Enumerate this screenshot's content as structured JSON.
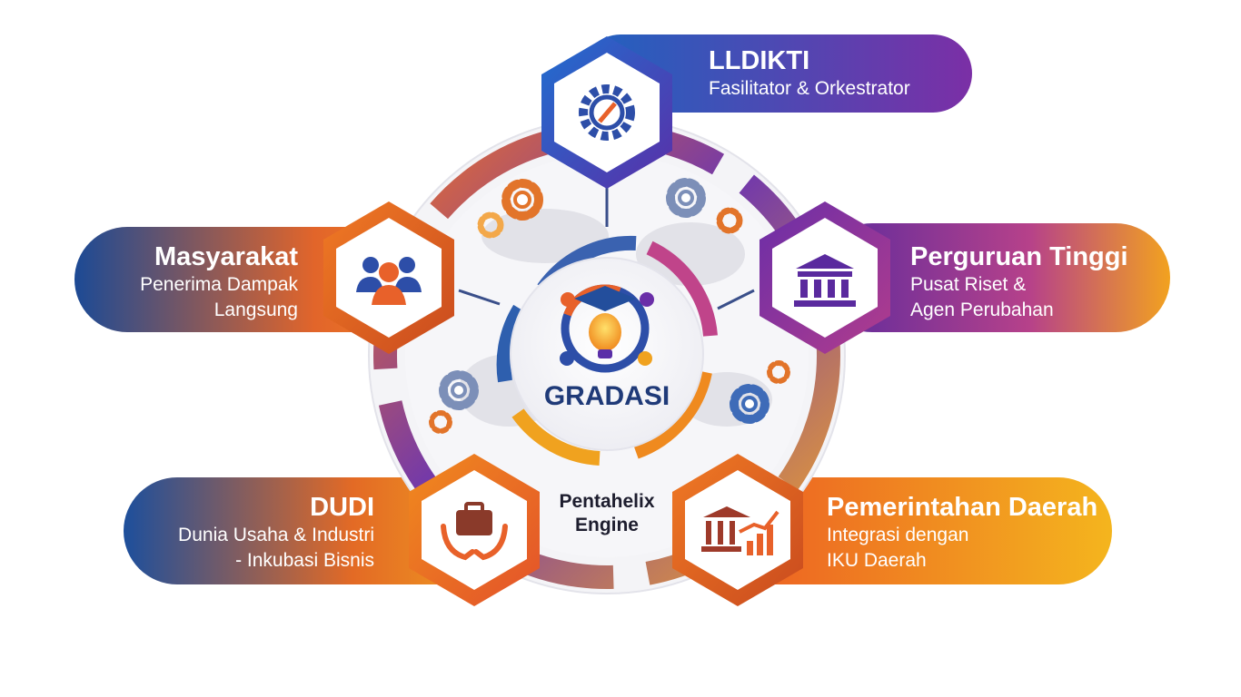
{
  "center": {
    "logo_text": "GRADASI",
    "engine_label_line1": "Pentahelix",
    "engine_label_line2": "Engine"
  },
  "nodes": [
    {
      "key": "lldikti",
      "title": "LLDIKTI",
      "sub1": "Fasilitator & Orkestrator",
      "sub2": "",
      "icon": "gear-compass-icon"
    },
    {
      "key": "perguruan",
      "title": "Perguruan Tinggi",
      "sub1": "Pusat Riset &",
      "sub2": "Agen Perubahan",
      "icon": "university-building-icon"
    },
    {
      "key": "pemda",
      "title": "Pemerintahan Daerah",
      "sub1": "Integrasi dengan",
      "sub2": "IKU Daerah",
      "icon": "government-growth-chart-icon"
    },
    {
      "key": "dudi",
      "title": "DUDI",
      "sub1": "Dunia Usaha & Industri",
      "sub2": "- Inkubasi Bisnis",
      "icon": "briefcase-hands-icon"
    },
    {
      "key": "masyarakat",
      "title": "Masyarakat",
      "sub1": "Penerima Dampak",
      "sub2": "Langsung",
      "icon": "people-group-icon"
    }
  ],
  "colors": {
    "blue": "#1f5fb8",
    "purple": "#6a2ea8",
    "orange": "#ee6a1c",
    "yellow": "#f3b21f",
    "navy": "#23407a"
  }
}
